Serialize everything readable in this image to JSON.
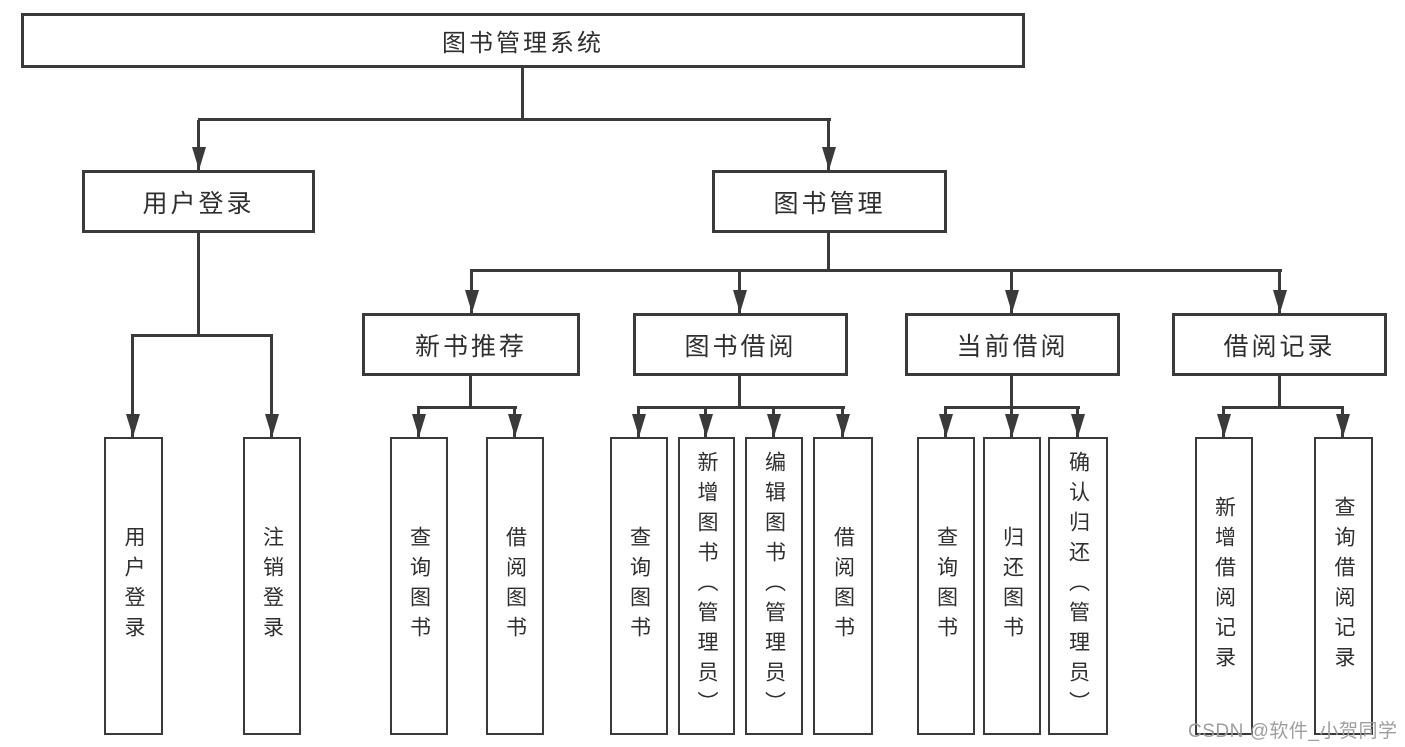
{
  "tree": {
    "label": "图书管理系统",
    "children": [
      {
        "label": "用户登录",
        "children": [
          {
            "label": "用户登录"
          },
          {
            "label": "注销登录"
          }
        ]
      },
      {
        "label": "图书管理",
        "children": [
          {
            "label": "新书推荐",
            "children": [
              {
                "label": "查询图书"
              },
              {
                "label": "借阅图书"
              }
            ]
          },
          {
            "label": "图书借阅",
            "children": [
              {
                "label": "查询图书"
              },
              {
                "label": "新增图书（管理员）"
              },
              {
                "label": "编辑图书（管理员）"
              },
              {
                "label": "借阅图书"
              }
            ]
          },
          {
            "label": "当前借阅",
            "children": [
              {
                "label": "查询图书"
              },
              {
                "label": "归还图书"
              },
              {
                "label": "确认归还（管理员）"
              }
            ]
          },
          {
            "label": "借阅记录",
            "children": [
              {
                "label": "新增借阅记录"
              },
              {
                "label": "查询借阅记录"
              }
            ]
          }
        ]
      }
    ]
  },
  "watermark": {
    "text": "CSDN @软件_小贺同学",
    "color": "#9e9e9e"
  },
  "colors": {
    "line": "#3a3a3a",
    "border": "#3a3a3a",
    "text": "#2f2f2f",
    "background": "#ffffff"
  }
}
